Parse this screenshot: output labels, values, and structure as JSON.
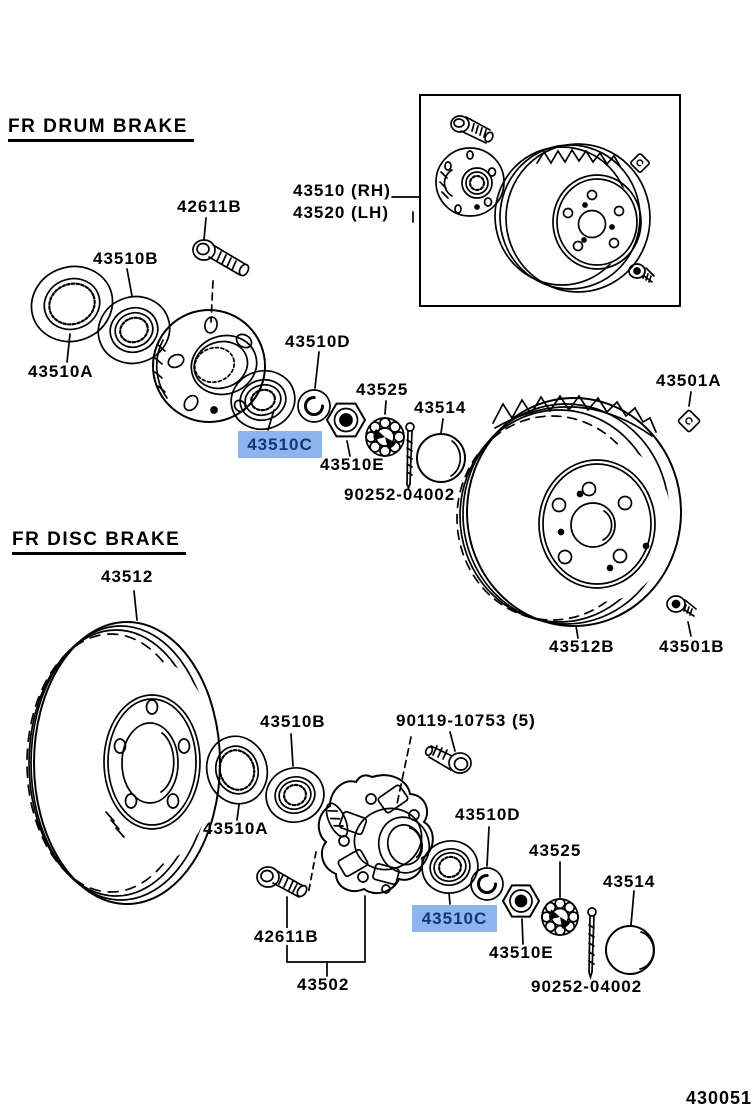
{
  "page": {
    "number": "430051"
  },
  "colors": {
    "highlight_bg": "#8cb5ed",
    "highlight_text": "#12357c"
  },
  "drum_section": {
    "title": "FR DRUM BRAKE",
    "labels": {
      "hub_bolt": "42611B",
      "hub_rh": "43510 (RH)",
      "hub_lh": "43520 (LH)",
      "outer_bearing": "43510B",
      "oil_seal": "43510A",
      "thrust_washer": "43510D",
      "inner_bearing": "43510C",
      "lock_nut": "43510E",
      "nut_lock_cap": "43525",
      "cotter_pin": "90252-04002",
      "grease_cap": "43514",
      "drum_clip": "43501A",
      "brake_drum": "43512B",
      "drum_screw": "43501B"
    }
  },
  "disc_section": {
    "title": "FR DISC BRAKE",
    "labels": {
      "disc_rotor": "43512",
      "outer_bearing": "43510B",
      "hub_bolt_set": "90119-10753 (5)",
      "oil_seal": "43510A",
      "thrust_washer": "43510D",
      "nut_lock_cap": "43525",
      "grease_cap": "43514",
      "inner_bearing": "43510C",
      "hub_bolt": "42611B",
      "lock_nut": "43510E",
      "axle_hub": "43502",
      "cotter_pin": "90252-04002"
    }
  }
}
